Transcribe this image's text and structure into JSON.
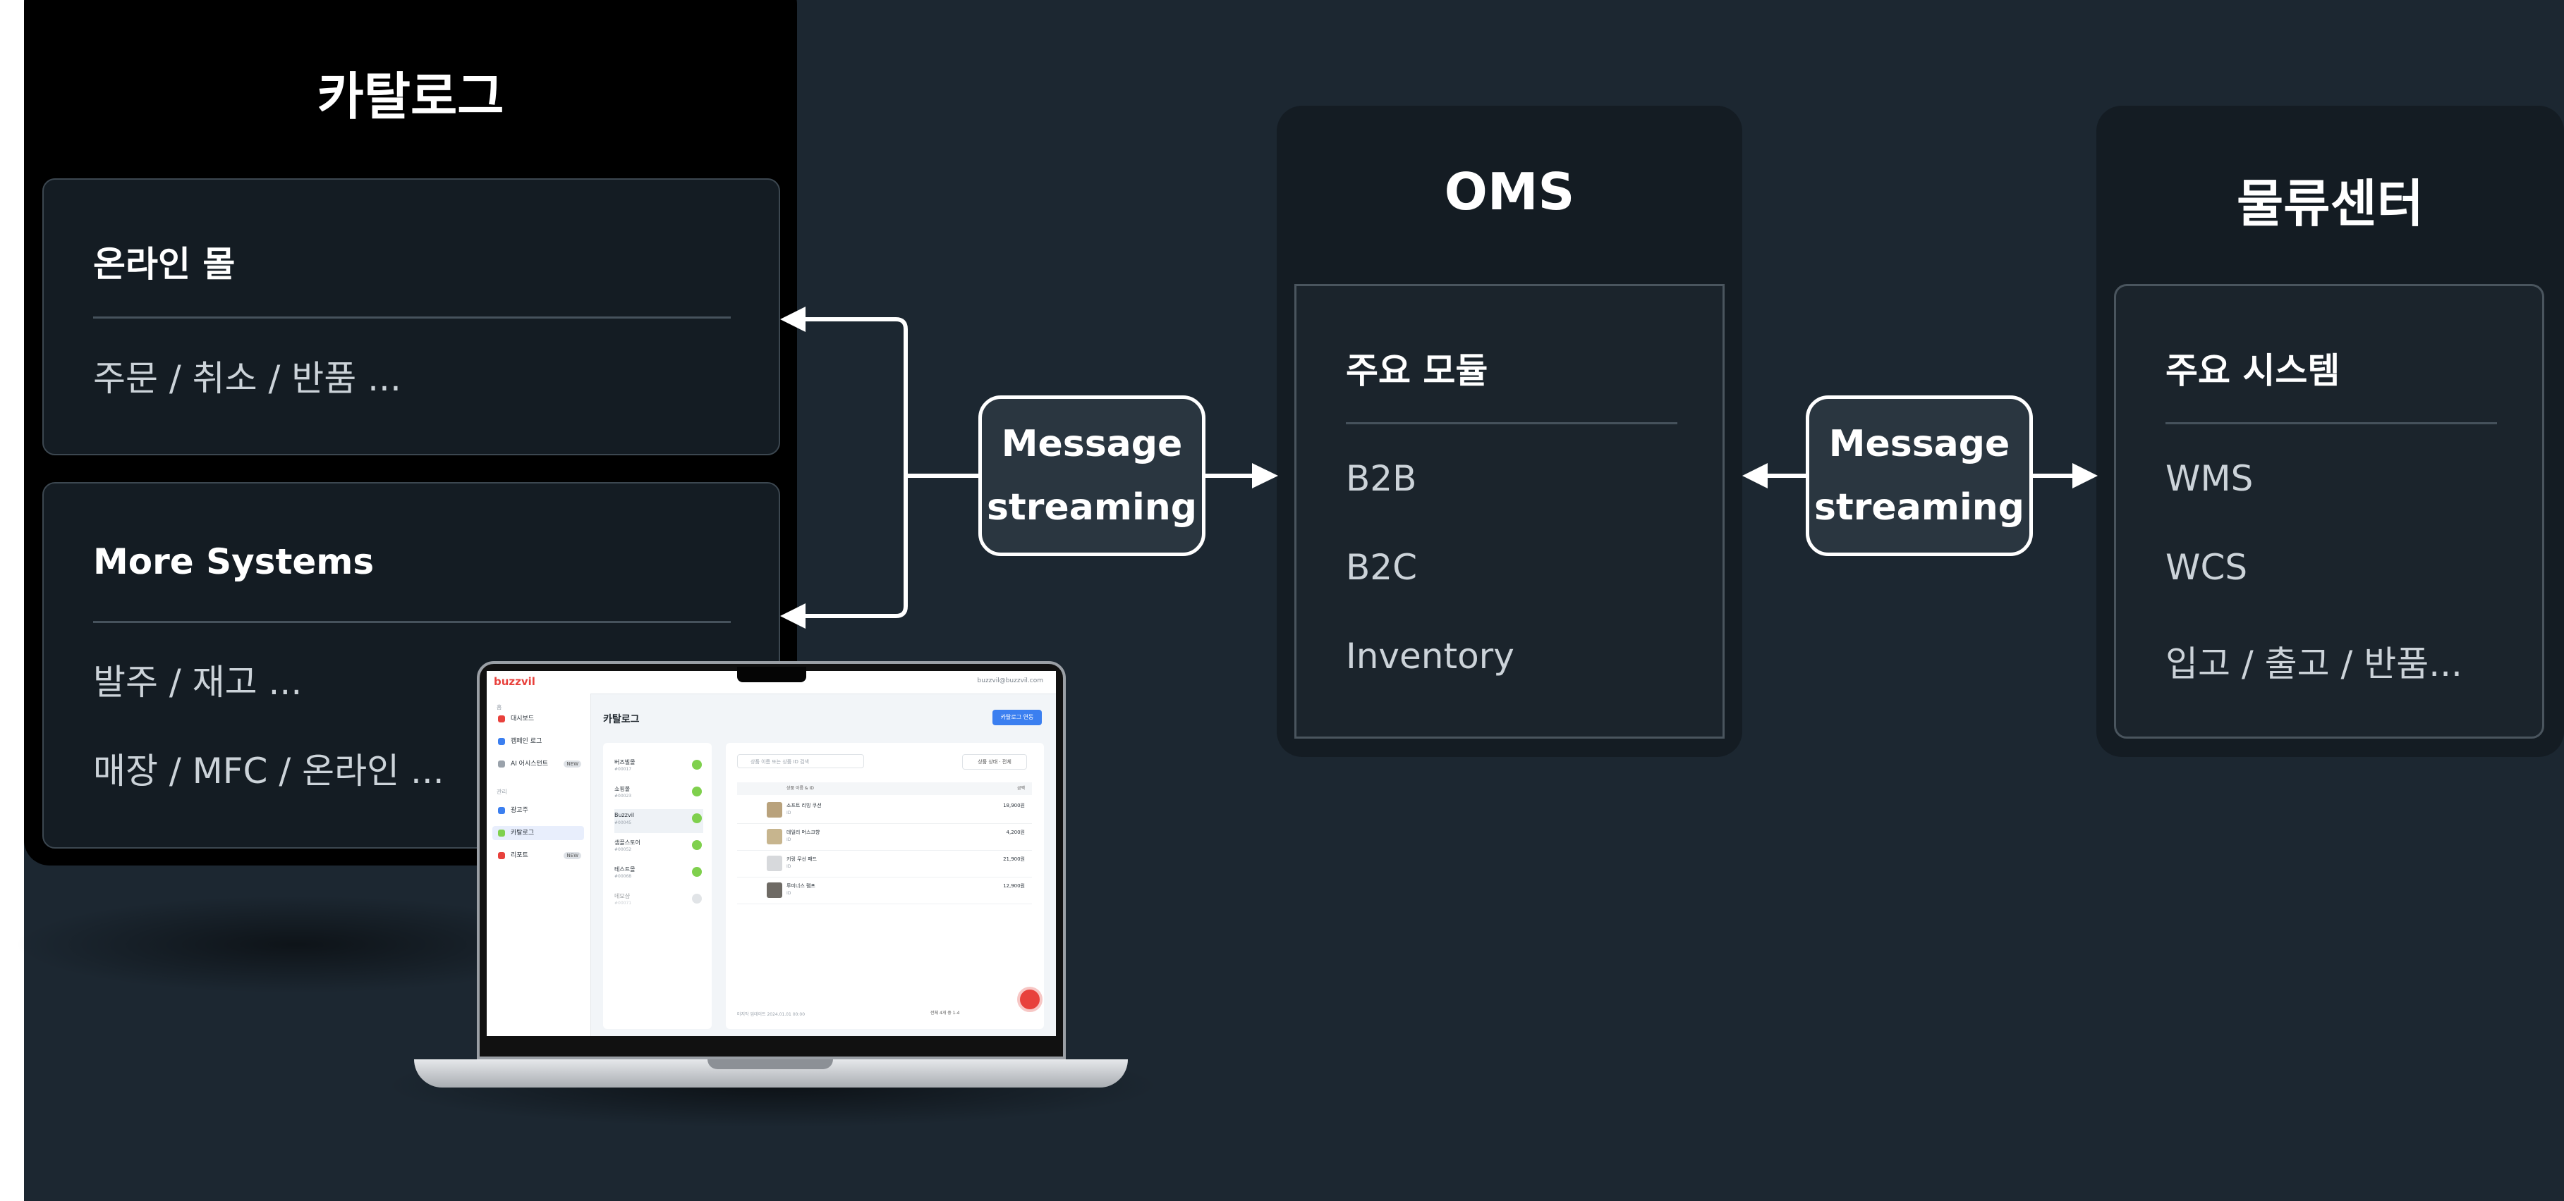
{
  "colors": {
    "background": "#1c2731",
    "catalog_panel": "#000000",
    "card": "#141c23",
    "oms_panel": "#1b242c",
    "message_box": "#2a3640",
    "brand_red": "#e8413c",
    "accent_blue": "#3b7ff0"
  },
  "catalog": {
    "title": "카탈로그",
    "online_mall": {
      "title": "온라인 몰",
      "items": [
        "주문 / 취소 / 반품 ..."
      ]
    },
    "more_systems": {
      "title": "More Systems",
      "items": [
        "발주 / 재고 ...",
        "매장 / MFC / 온라인 ..."
      ]
    }
  },
  "connectors": {
    "left_message": {
      "line1": "Message",
      "line2": "streaming"
    },
    "right_message": {
      "line1": "Message",
      "line2": "streaming"
    }
  },
  "oms": {
    "title": "OMS",
    "module_card": {
      "title": "주요 모듈",
      "items": [
        "B2B",
        "B2C",
        "Inventory"
      ]
    }
  },
  "logistics": {
    "title": "물류센터",
    "system_card": {
      "title": "주요 시스템",
      "items": [
        "WMS",
        "WCS",
        "입고 / 출고 / 반품..."
      ]
    }
  },
  "laptop_screen": {
    "logo": "buzzvil",
    "user": "buzzvil@buzzvil.com",
    "sidebar_sections": [
      "홈",
      "관리"
    ],
    "sidebar_items": [
      {
        "label": "대시보드",
        "color": "#e8413c"
      },
      {
        "label": "캠페인 로그",
        "color": "#3b7ff0"
      },
      {
        "label": "AI 어시스턴트",
        "color": "#9aa2ab",
        "badge": "NEW"
      },
      {
        "label": "광고주",
        "color": "#3b7ff0"
      },
      {
        "label": "카탈로그",
        "color": "#7fd04d"
      },
      {
        "label": "리포트",
        "color": "#e8413c",
        "badge": "NEW"
      }
    ],
    "page_title": "카탈로그",
    "add_button": "카탈로그 연동",
    "catalog_list": [
      {
        "name": "버즈빌몰",
        "sub": "#00017"
      },
      {
        "name": "쇼핑몰",
        "sub": "#00023"
      },
      {
        "name": "Buzzvil",
        "sub": "#00045"
      },
      {
        "name": "샘플스토어",
        "sub": "#00052"
      },
      {
        "name": "테스트몰",
        "sub": "#00068"
      },
      {
        "name": "데모샵",
        "sub": "#00071"
      }
    ],
    "search_placeholder": "상품 이름 또는 상품 ID 검색",
    "filter_label": "상품 상태 · 전체",
    "table_headers": [
      "상품 이름 & ID",
      "금액"
    ],
    "products": [
      {
        "name": "소프트 리빙 쿠션",
        "sub": "ID",
        "price": "18,900원"
      },
      {
        "name": "데일리 머스크향",
        "sub": "ID",
        "price": "4,200원"
      },
      {
        "name": "키링 무선 패드",
        "sub": "ID",
        "price": "21,900원"
      },
      {
        "name": "루미너스 램프",
        "sub": "ID",
        "price": "12,900원"
      }
    ],
    "footer_note": "마지막 업데이트 2024.01.01 00:00",
    "pager": "전체 4개 중 1-4"
  }
}
